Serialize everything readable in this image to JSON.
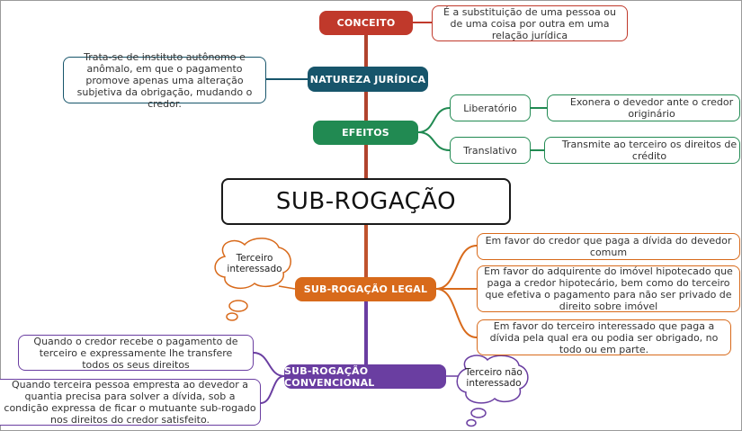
{
  "colors": {
    "conceito": "#c0392b",
    "natureza": "#17556b",
    "efeitos": "#218a52",
    "legal": "#d86a1b",
    "convencional": "#6a3ea1",
    "trunk_top": "#b0432d",
    "trunk_bottom": "#6a3ea1"
  },
  "center": {
    "title": "SUB-ROGAÇÃO"
  },
  "conceito": {
    "label": "CONCEITO",
    "text": "É a substituição de uma pessoa ou de uma coisa por outra em uma relação jurídica"
  },
  "natureza": {
    "label": "NATUREZA JURÍDICA",
    "text": "Trata-se de instituto autônomo e anômalo, em que o pagamento promove apenas uma alteração subjetiva da obrigação, mudando o credor."
  },
  "efeitos": {
    "label": "EFEITOS",
    "items": [
      {
        "label": "Liberatório",
        "text": "Exonera o devedor ante o credor originário"
      },
      {
        "label": "Translativo",
        "text": "Transmite ao terceiro os direitos de crédito"
      }
    ]
  },
  "legal": {
    "label": "SUB-ROGAÇÃO LEGAL",
    "cloud": "Terceiro interessado",
    "items": [
      "Em favor do credor que paga a dívida do devedor comum",
      "Em favor do adquirente do imóvel hipotecado que paga a credor hipotecário, bem como do terceiro que efetiva o pagamento para não ser privado de direito sobre imóvel",
      "Em favor do terceiro interessado que paga a dívida pela qual era ou podia ser obrigado, no todo ou em parte."
    ]
  },
  "convencional": {
    "label": "SUB-ROGAÇÃO CONVENCIONAL",
    "cloud": "Terceiro não interessado",
    "items": [
      "Quando o credor recebe o pagamento de terceiro e expressamente lhe transfere todos os seus direitos",
      "Quando terceira pessoa empresta ao devedor a quantia precisa para solver a dívida, sob a condição expressa de ficar o mutuante sub-rogado nos direitos do credor satisfeito."
    ]
  }
}
